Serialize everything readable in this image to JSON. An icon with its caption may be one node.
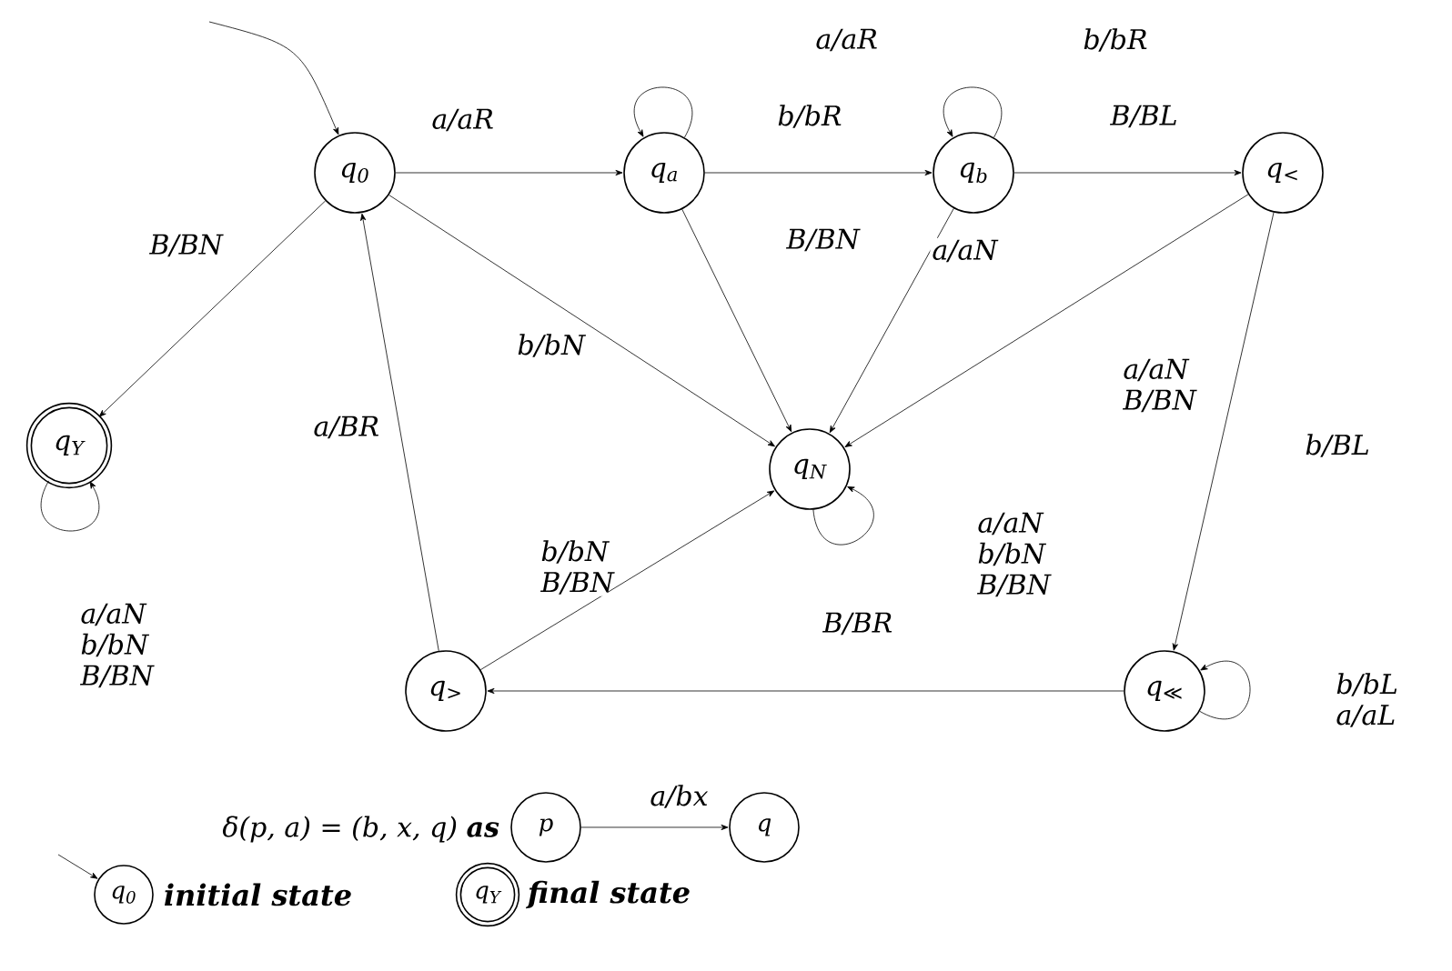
{
  "diagram": {
    "nodes": [
      {
        "text": [
          "q$_{0}$"
        ]
      },
      {
        "text": [
          "q$_{a}$"
        ]
      },
      {
        "text": [
          "q$_{b}$"
        ]
      },
      {
        "text": [
          "q$_{<}$"
        ]
      },
      {
        "text": [
          "q$_{Y}$"
        ]
      },
      {
        "text": [
          "q$_{N}$"
        ]
      },
      {
        "text": [
          "q$_{>}$"
        ]
      },
      {
        "text": [
          "q$_{≪}$"
        ]
      },
      {
        "text": [
          "p"
        ]
      },
      {
        "text": [
          "q"
        ]
      },
      {
        "text": [
          "q$_{0}$"
        ],
        "beside": [
          "initial state"
        ]
      },
      {
        "text": [
          "q$_{Y}$"
        ],
        "beside": [
          "final state"
        ]
      }
    ],
    "edges": [
      {
        "from": null,
        "to": 0,
        "arrow": "to"
      },
      {
        "from": 0,
        "to": 1,
        "arrow": "to",
        "label": "a/aR"
      },
      {
        "from": 1,
        "to": 1,
        "arrow": "to",
        "label": "a/aR"
      },
      {
        "from": 1,
        "to": 2,
        "arrow": "to",
        "label": "b/bR"
      },
      {
        "from": 2,
        "to": 2,
        "arrow": "to",
        "label": "b/bR"
      },
      {
        "from": 2,
        "to": 3,
        "arrow": "to",
        "label": "B/BL"
      },
      {
        "from": 0,
        "to": 4,
        "arrow": "to",
        "label": "B/BN"
      },
      {
        "from": 0,
        "to": 5,
        "arrow": "to",
        "label": "b/bN"
      },
      {
        "from": 1,
        "to": 5,
        "arrow": "to",
        "label": "B/BN"
      },
      {
        "from": 2,
        "to": 5,
        "arrow": "to",
        "label": "a/aN"
      },
      {
        "from": 3,
        "to": 5,
        "arrow": "to",
        "label": "a/aN B/BN"
      },
      {
        "from": 3,
        "to": 7,
        "arrow": "to",
        "label": "b/BL"
      },
      {
        "from": 4,
        "to": 4,
        "arrow": "to",
        "label": "a/aN b/bN B/BN"
      },
      {
        "from": 5,
        "to": 5,
        "arrow": "to",
        "label": "a/aN b/bN B/BN"
      },
      {
        "from": 6,
        "to": 0,
        "arrow": "to",
        "label": "a/BR"
      },
      {
        "from": 6,
        "to": 5,
        "arrow": "to",
        "label": "b/bN B/BN"
      },
      {
        "from": 7,
        "to": 6,
        "arrow": "to",
        "label": "B/BR"
      },
      {
        "from": 7,
        "to": 7,
        "arrow": "to",
        "label": "b/bL a/aL"
      },
      {
        "from": 8,
        "to": 9,
        "arrow": "to",
        "label": "a/bx"
      },
      {
        "from": null,
        "to": 10,
        "arrow": "to"
      }
    ],
    "labels": [
      "δ(p, a) = (b, x, q) **as**"
    ]
  }
}
